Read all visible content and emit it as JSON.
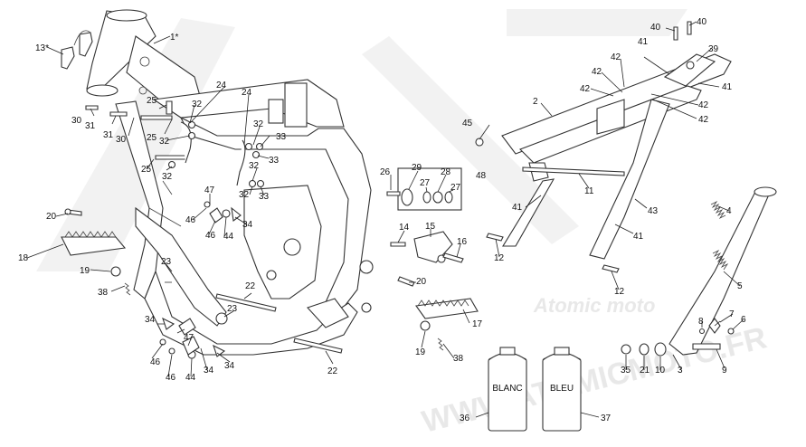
{
  "diagram": {
    "callouts": {
      "c1": "1*",
      "c2": "2",
      "c3": "3",
      "c4": "4",
      "c5": "5",
      "c6": "6",
      "c7": "7",
      "c8": "8",
      "c9": "9",
      "c10": "10",
      "c11": "11",
      "c12a": "12",
      "c12b": "12",
      "c13": "13*",
      "c14": "14",
      "c15": "15",
      "c16": "16",
      "c17": "17",
      "c18": "18",
      "c19a": "19",
      "c19b": "19",
      "c20a": "20",
      "c20b": "20",
      "c21": "21",
      "c22a": "22",
      "c22b": "22",
      "c23a": "23",
      "c23b": "23",
      "c24a": "24",
      "c24b": "24",
      "c25a": "25",
      "c25b": "25",
      "c25c": "25",
      "c26": "26",
      "c27a": "27",
      "c27b": "27",
      "c28": "28",
      "c29": "29",
      "c30a": "30",
      "c30b": "30",
      "c31": "31",
      "c32a": "32",
      "c32b": "32",
      "c32c": "32",
      "c32d": "32",
      "c32e": "32",
      "c32f": "32",
      "c33a": "33",
      "c33b": "33",
      "c33c": "33",
      "c34a": "34",
      "c34b": "34",
      "c34c": "34",
      "c34d": "34",
      "c35": "35",
      "c36": "36",
      "c37": "37",
      "c38a": "38",
      "c38b": "38",
      "c39": "39",
      "c40a": "40",
      "c40b": "40",
      "c41a": "41",
      "c41b": "41",
      "c41c": "41",
      "c41d": "41",
      "c42a": "42",
      "c42b": "42",
      "c42c": "42",
      "c42d": "42",
      "c43": "43",
      "c44a": "44",
      "c44b": "44",
      "c45": "45",
      "c46a": "46",
      "c46b": "46",
      "c46c": "46",
      "c46d": "46",
      "c47a": "47",
      "c47b": "47",
      "c48": "48"
    },
    "cans": {
      "white_label": "BLANC",
      "blue_label": "BLEU"
    },
    "watermark": {
      "brand": "Atomic moto",
      "url": "WWW.ATOMICMOTO.FR"
    }
  }
}
